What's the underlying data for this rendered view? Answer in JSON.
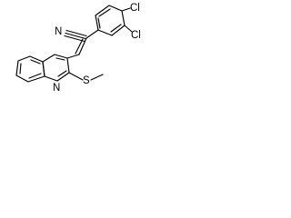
{
  "molecule": {
    "atom_labels": {
      "nitrile_n": "N",
      "chlorine_top": "Cl",
      "chlorine_right": "Cl",
      "quinoline_n": "N",
      "thioether_s": "S"
    }
  }
}
